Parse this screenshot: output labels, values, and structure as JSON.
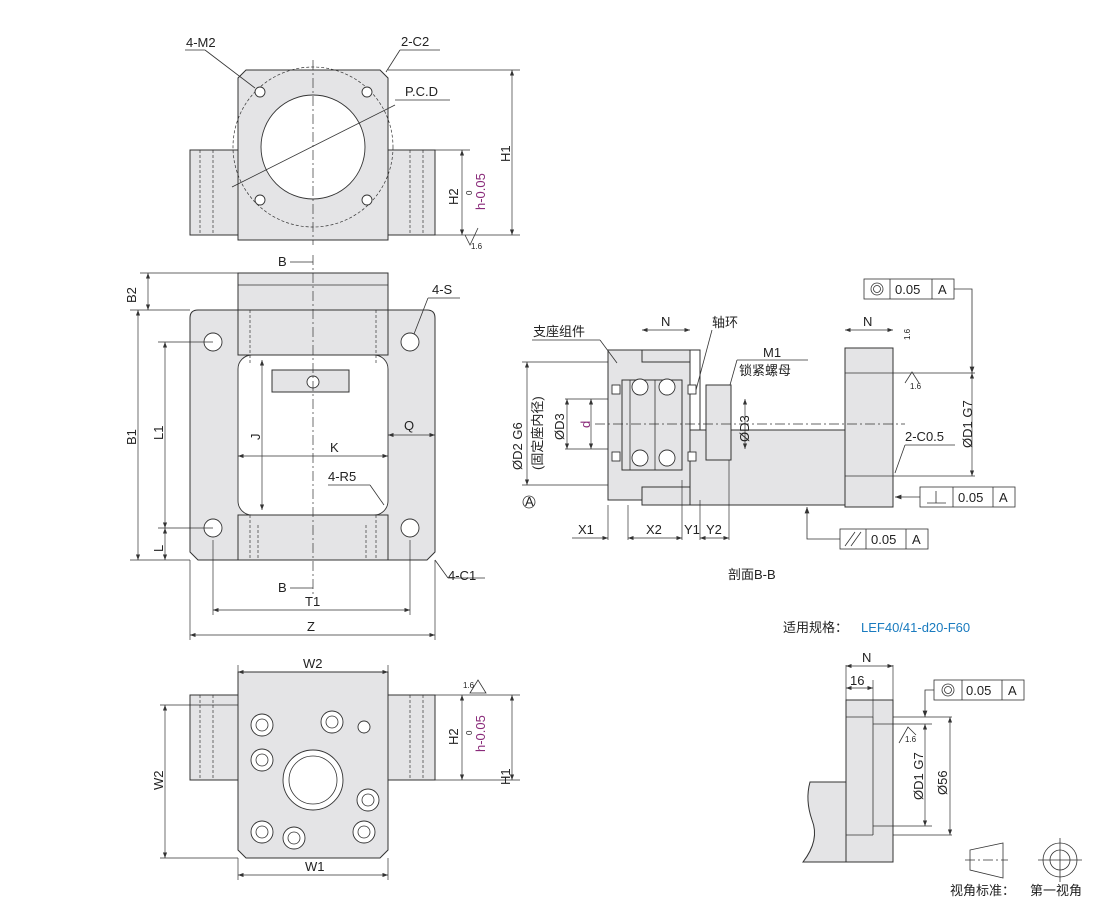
{
  "top_view": {
    "labels": {
      "holes": "4-M2",
      "chamfer": "2-C2",
      "pcd": "P.C.D",
      "h2": "H2",
      "tol": "h-0.05",
      "tol_upper": "0",
      "h1": "H1",
      "roughness": "1.6"
    }
  },
  "front_view": {
    "labels": {
      "section_top": "B",
      "section_bottom": "B",
      "b2": "B2",
      "holes": "4-S",
      "q": "Q",
      "j": "J",
      "k": "K",
      "radius": "4-R5",
      "l1": "L1",
      "b1": "B1",
      "l": "L",
      "chamfer": "4-C1",
      "t1": "T1",
      "z": "Z"
    }
  },
  "bottom_view": {
    "labels": {
      "w2_top": "W2",
      "w2_side": "W2",
      "w1": "W1",
      "h2": "H2",
      "tol": "h-0.05",
      "tol_upper": "0",
      "h1": "H1",
      "roughness": "1.6"
    }
  },
  "section_view": {
    "title": "剖面B-B",
    "labels": {
      "support_assembly": "支座组件",
      "n_left": "N",
      "collar": "轴环",
      "m1": "M1",
      "lock_nut": "锁紧螺母",
      "n_right": "N",
      "d2": "ØD2 G6",
      "d2_note": "(固定座内径)",
      "d3_left": "ØD3",
      "d": "d",
      "d3_right": "ØD3",
      "d1": "ØD1 G7",
      "chamfer": "2-C0.5",
      "datum": "A",
      "x1": "X1",
      "x2": "X2",
      "y1": "Y1",
      "y2": "Y2",
      "roughness_1": "1.6",
      "roughness_2": "1.6"
    },
    "tolerances": [
      {
        "symbol": "concentricity",
        "value": "0.05",
        "datum": "A"
      },
      {
        "symbol": "perpendicularity",
        "value": "0.05",
        "datum": "A"
      },
      {
        "symbol": "parallelism",
        "value": "0.05",
        "datum": "A"
      }
    ]
  },
  "applicable_spec": {
    "label": "适用规格：",
    "value": "LEF40/41-d20-F60"
  },
  "detail_view": {
    "labels": {
      "n": "N",
      "width": "16",
      "d1": "ØD1 G7",
      "diameter": "Ø56",
      "roughness": "1.6"
    },
    "tolerance": {
      "symbol": "concentricity",
      "value": "0.05",
      "datum": "A"
    }
  },
  "projection": {
    "label": "视角标准：",
    "value": "第一视角"
  },
  "colors": {
    "tolerance": "#8a2b7a",
    "spec": "#1a7bbf",
    "body": "#e4e4e6"
  }
}
